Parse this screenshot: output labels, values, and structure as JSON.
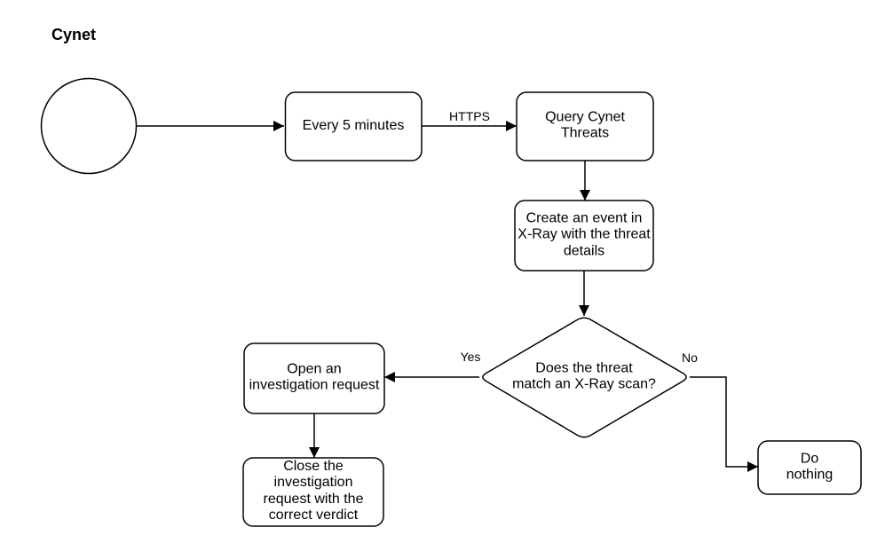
{
  "diagram": {
    "title": "Cynet",
    "nodes": {
      "start": {
        "type": "circle",
        "label": ""
      },
      "every_5_minutes": {
        "type": "process",
        "label": "Every 5 minutes"
      },
      "query_cynet_threats": {
        "type": "process",
        "label": "Query Cynet\nThreats"
      },
      "create_event": {
        "type": "process",
        "label": "Create an event in\nX-Ray with the threat\ndetails"
      },
      "threat_match_decision": {
        "type": "decision",
        "label": "Does the threat\nmatch an X-Ray scan?"
      },
      "open_investigation": {
        "type": "process",
        "label": "Open an\ninvestigation request"
      },
      "close_investigation": {
        "type": "process",
        "label": "Close the\ninvestigation\nrequest with the\ncorrect verdict"
      },
      "do_nothing": {
        "type": "process",
        "label": "Do nothing"
      }
    },
    "edge_labels": {
      "https": "HTTPS",
      "yes": "Yes",
      "no": "No"
    },
    "colors": {
      "stroke": "#000000",
      "shape_fill": "#ffffff",
      "text": "#000000",
      "background": "#ffffff"
    }
  }
}
